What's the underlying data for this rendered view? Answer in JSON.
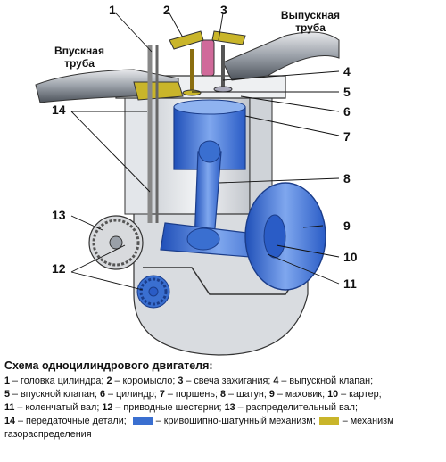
{
  "labels": {
    "intake_pipe": "Впускная труба",
    "exhaust_pipe": "Выпускная труба",
    "callouts": [
      "1",
      "2",
      "3",
      "4",
      "5",
      "6",
      "7",
      "8",
      "9",
      "10",
      "11",
      "12",
      "13",
      "14"
    ]
  },
  "caption": {
    "title": "Схема одноцилиндрового двигателя:",
    "lines": [
      [
        {
          "n": "1",
          "t": " – головка цилиндра; "
        },
        {
          "n": "2",
          "t": " – коромысло; "
        },
        {
          "n": "3",
          "t": " – свеча зажигания; "
        },
        {
          "n": "4",
          "t": " – выпускной клапан;"
        }
      ],
      [
        {
          "n": "5",
          "t": " – впускной клапан; "
        },
        {
          "n": "6",
          "t": " – цилиндр; "
        },
        {
          "n": "7",
          "t": " – поршень; "
        },
        {
          "n": "8",
          "t": " – шатун; "
        },
        {
          "n": "9",
          "t": " – маховик; "
        },
        {
          "n": "10",
          "t": " – картер;"
        }
      ],
      [
        {
          "n": "11",
          "t": " – коленчатый вал; "
        },
        {
          "n": "12",
          "t": " – приводные шестерни; "
        },
        {
          "n": "13",
          "t": " – распределительный вал;"
        }
      ],
      [
        {
          "n": "14",
          "t": " – передаточные детали; "
        }
      ]
    ],
    "legend_crank": "– кривошипно-шатунный механизм;",
    "legend_timing": "– механизм",
    "legend_timing_cont": "газораспределения"
  },
  "colors": {
    "crank_mechanism": "#3a6fd0",
    "timing_mechanism": "#c9b52a"
  }
}
